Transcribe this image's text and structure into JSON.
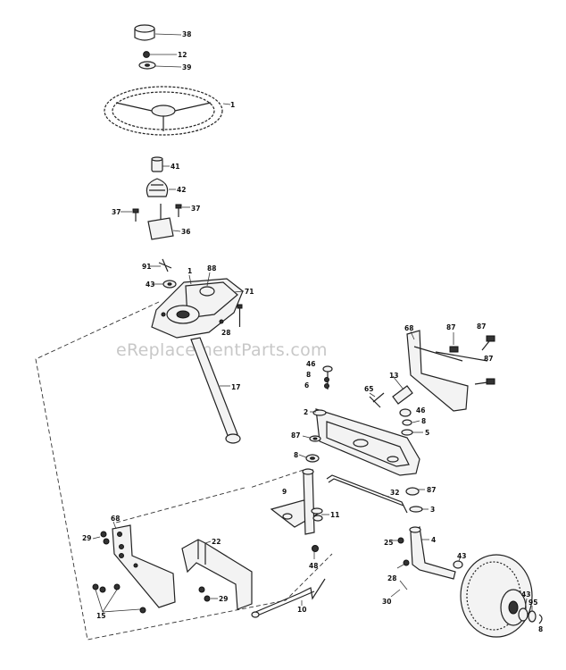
{
  "watermark": "eReplacementParts.com",
  "callouts": {
    "c38": "38",
    "c12": "12",
    "c39": "39",
    "c1a": "1",
    "c41": "41",
    "c42": "42",
    "c37a": "37",
    "c37b": "37",
    "c36": "36",
    "c91": "91",
    "c88": "88",
    "c1b": "1",
    "c43a": "43",
    "c71": "71",
    "c28a": "28",
    "c17": "17",
    "c46": "46",
    "c8a": "8",
    "c6a": "6",
    "c2": "2",
    "c87a": "87",
    "c8b": "8",
    "c68a": "68",
    "c87b": "87",
    "c87c": "87",
    "c87d": "87",
    "c13": "13",
    "c65": "65",
    "c46b": "46",
    "c8c": "8",
    "c5": "5",
    "c87e": "87",
    "c3": "3",
    "c32": "32",
    "c9": "9",
    "c11": "11",
    "c48": "48",
    "c25": "25",
    "c4": "4",
    "c28b": "28",
    "c30": "30",
    "c43b": "43",
    "c43c": "43",
    "c95": "95",
    "c8d": "8",
    "c68b": "68",
    "c29": "29",
    "c22": "22",
    "c15": "15",
    "c29b": "29",
    "c10": "10"
  }
}
